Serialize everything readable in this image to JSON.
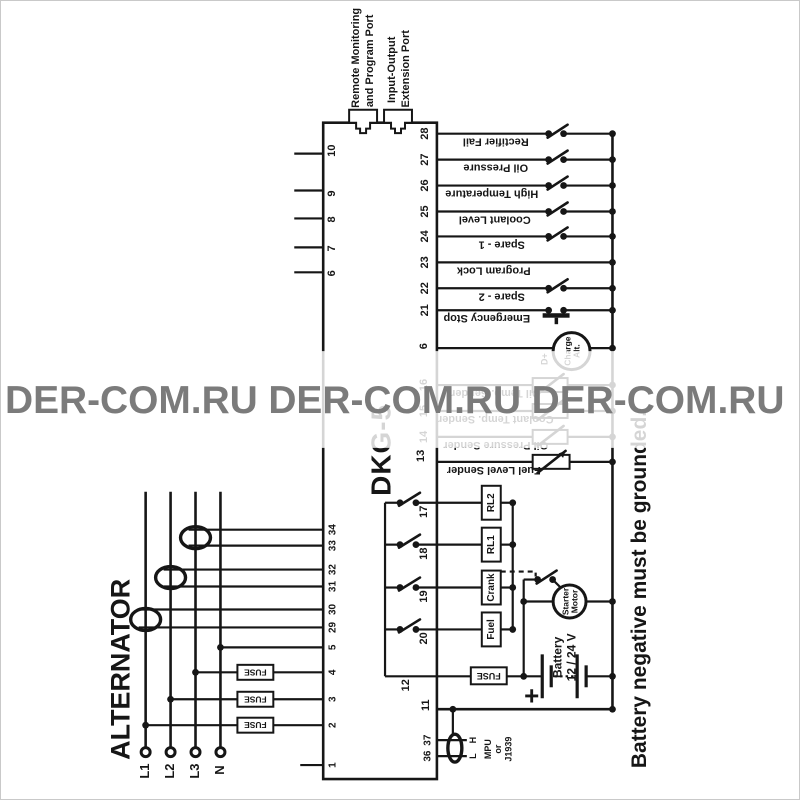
{
  "watermark": {
    "text": "DER-COM.RU",
    "color": "#7b7b7b"
  },
  "controller": {
    "model": "DKG-5",
    "ports": {
      "p1l1": "Remote Monitoring",
      "p1l2": "and Program Port",
      "p2l1": "Input-Output",
      "p2l2": "Extension Port"
    }
  },
  "inputs_top": [
    {
      "num": "28",
      "label": "Rectifier Fail"
    },
    {
      "num": "27",
      "label": "Oil Pressure"
    },
    {
      "num": "26",
      "label": "High Temperature"
    },
    {
      "num": "25",
      "label": "Coolant Level"
    },
    {
      "num": "24",
      "label": "Spare - 1"
    },
    {
      "num": "23",
      "label": "Program Lock"
    },
    {
      "num": "22",
      "label": "Spare - 2"
    },
    {
      "num": "21",
      "label": "Emergency Stop"
    }
  ],
  "left_stubs": [
    "10",
    "9",
    "8",
    "7",
    "6"
  ],
  "charge": {
    "num": "6",
    "dplus": "D+",
    "l1": "Charge",
    "l2": "Alt."
  },
  "senders_faint": [
    {
      "num": "16",
      "label": "Oil Temp. Sender"
    },
    {
      "num": "15",
      "label": "Coolant Temp. Sender"
    },
    {
      "num": "14",
      "label": "Oil Pressure Sender"
    }
  ],
  "fuel_sender": {
    "num": "13",
    "label": "Fuel Level Sender"
  },
  "outputs": [
    {
      "num": "17",
      "load": "RL2"
    },
    {
      "num": "18",
      "load": "RL1"
    },
    {
      "num": "19",
      "load": "Crank"
    },
    {
      "num": "20",
      "load": "Fuel"
    }
  ],
  "supply": {
    "num": "12",
    "fuse": "FUSE"
  },
  "ground_line": {
    "num": "11"
  },
  "canbus": {
    "num_h": "37",
    "num_l": "36",
    "h": "H",
    "l": "L",
    "t1": "MPU",
    "t2": "or",
    "t3": "J1939"
  },
  "alternator": {
    "label": "ALTERNATOR",
    "phases": [
      "L1",
      "L2",
      "L3",
      "N"
    ],
    "fuse": "FUSE",
    "ct_terminals": [
      "34",
      "33",
      "32",
      "31",
      "30",
      "29"
    ],
    "mains_terminals": [
      "5",
      "4",
      "3",
      "2",
      "1"
    ]
  },
  "battery": {
    "l1": "Battery",
    "l2": "12 / 24 V",
    "plus": "+"
  },
  "starter": {
    "l1": "Starter",
    "l2": "Motor"
  },
  "note": "Battery negative must be grounded."
}
